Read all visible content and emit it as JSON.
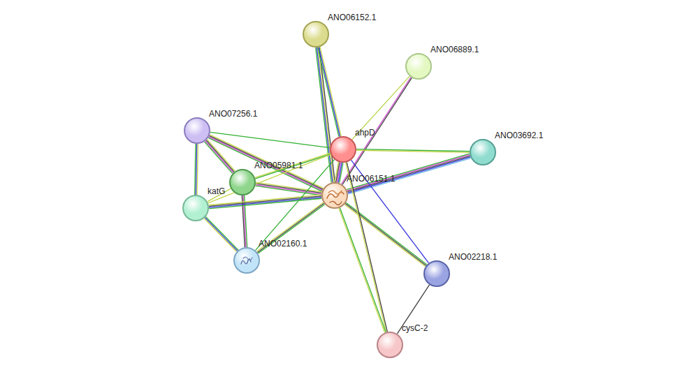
{
  "diagram": {
    "nodes": [
      {
        "text": [
          "ANO06152.1"
        ]
      },
      {
        "text": [
          "ANO06889.1"
        ]
      },
      {
        "text": [
          "ANO07256.1"
        ]
      },
      {
        "text": [
          "ahpD"
        ]
      },
      {
        "text": [
          "ANO03692.1"
        ]
      },
      {
        "text": [
          "ANO05981.1"
        ]
      },
      {
        "text": [
          "ANO06151.1"
        ]
      },
      {
        "text": [
          "katG"
        ]
      },
      {
        "text": [
          "ANO02160.1"
        ]
      },
      {
        "text": [
          "ANO02218.1"
        ]
      },
      {
        "text": [
          "cysC-2"
        ]
      }
    ],
    "edges": [
      {
        "from": 6,
        "to": 0,
        "arrow": "none"
      },
      {
        "from": 3,
        "to": 0,
        "arrow": "none"
      },
      {
        "from": 3,
        "to": 1,
        "arrow": "none"
      },
      {
        "from": 6,
        "to": 1,
        "arrow": "none"
      },
      {
        "from": 3,
        "to": 2,
        "arrow": "none"
      },
      {
        "from": 6,
        "to": 2,
        "arrow": "none"
      },
      {
        "from": 5,
        "to": 2,
        "arrow": "none"
      },
      {
        "from": 7,
        "to": 2,
        "arrow": "none"
      },
      {
        "from": 3,
        "to": 4,
        "arrow": "none"
      },
      {
        "from": 6,
        "to": 4,
        "arrow": "none"
      },
      {
        "from": 3,
        "to": 5,
        "arrow": "none"
      },
      {
        "from": 6,
        "to": 5,
        "arrow": "none"
      },
      {
        "from": 5,
        "to": 7,
        "arrow": "none"
      },
      {
        "from": 5,
        "to": 8,
        "arrow": "none"
      },
      {
        "from": 3,
        "to": 6,
        "arrow": "none"
      },
      {
        "from": 3,
        "to": 7,
        "arrow": "none"
      },
      {
        "from": 6,
        "to": 7,
        "arrow": "none"
      },
      {
        "from": 7,
        "to": 8,
        "arrow": "none"
      },
      {
        "from": 3,
        "to": 8,
        "arrow": "none"
      },
      {
        "from": 6,
        "to": 8,
        "arrow": "none"
      },
      {
        "from": 3,
        "to": 9,
        "arrow": "none"
      },
      {
        "from": 6,
        "to": 9,
        "arrow": "none"
      },
      {
        "from": 3,
        "to": 10,
        "arrow": "none"
      },
      {
        "from": 6,
        "to": 10,
        "arrow": "none"
      },
      {
        "from": 9,
        "to": 10,
        "arrow": "none"
      }
    ]
  }
}
